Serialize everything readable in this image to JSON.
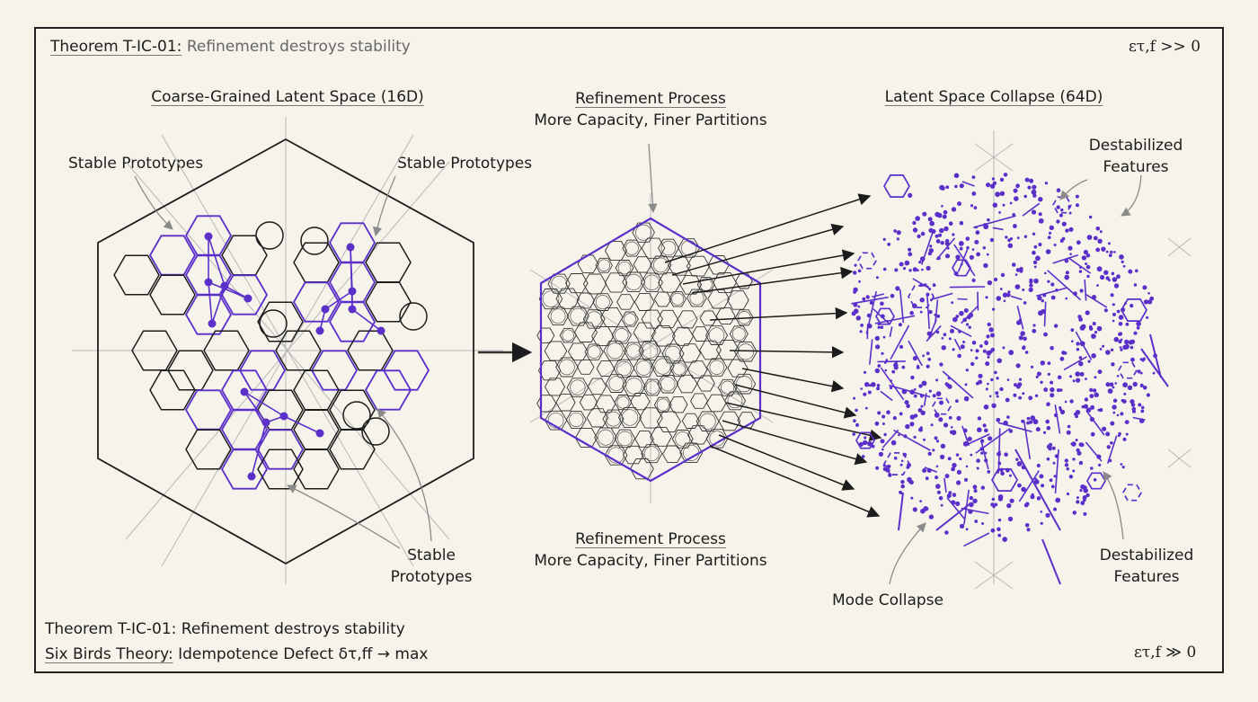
{
  "header": {
    "theorem_prefix": "Theorem T-IC-01:",
    "theorem_text": "Refinement destroys stability",
    "epsilon_top": "ετ,f >> 0"
  },
  "panels": {
    "left_title": "Coarse-Grained Latent Space (16D)",
    "middle_title_1": "Refinement Process",
    "middle_subtitle_1": "More Capacity, Finer Partitions",
    "middle_title_2": "Refinement Process",
    "middle_subtitle_2": "More Capacity, Finer Partitions",
    "right_title": "Latent Space Collapse (64D)"
  },
  "labels": {
    "stable_left": "Stable Prototypes",
    "stable_right": "Stable Prototypes",
    "stable_bottom_1": "Stable",
    "stable_bottom_2": "Prototypes",
    "destab_top_1": "Destabilized",
    "destab_top_2": "Features",
    "destab_bottom_1": "Destabilized",
    "destab_bottom_2": "Features",
    "mode_collapse": "Mode Collapse"
  },
  "footer": {
    "line1": "Theorem T-IC-01: Refinement destroys stability",
    "line2_prefix": "Six Birds Theory:",
    "line2_text": "Idempotence Defect δτ,ff → max",
    "epsilon_bottom": "ετ,f ≫ 0"
  },
  "colors": {
    "ink": "#1c1c1c",
    "accent": "#5b2fc9",
    "guide": "#9a9a9a",
    "paper": "#f6f3ea"
  }
}
